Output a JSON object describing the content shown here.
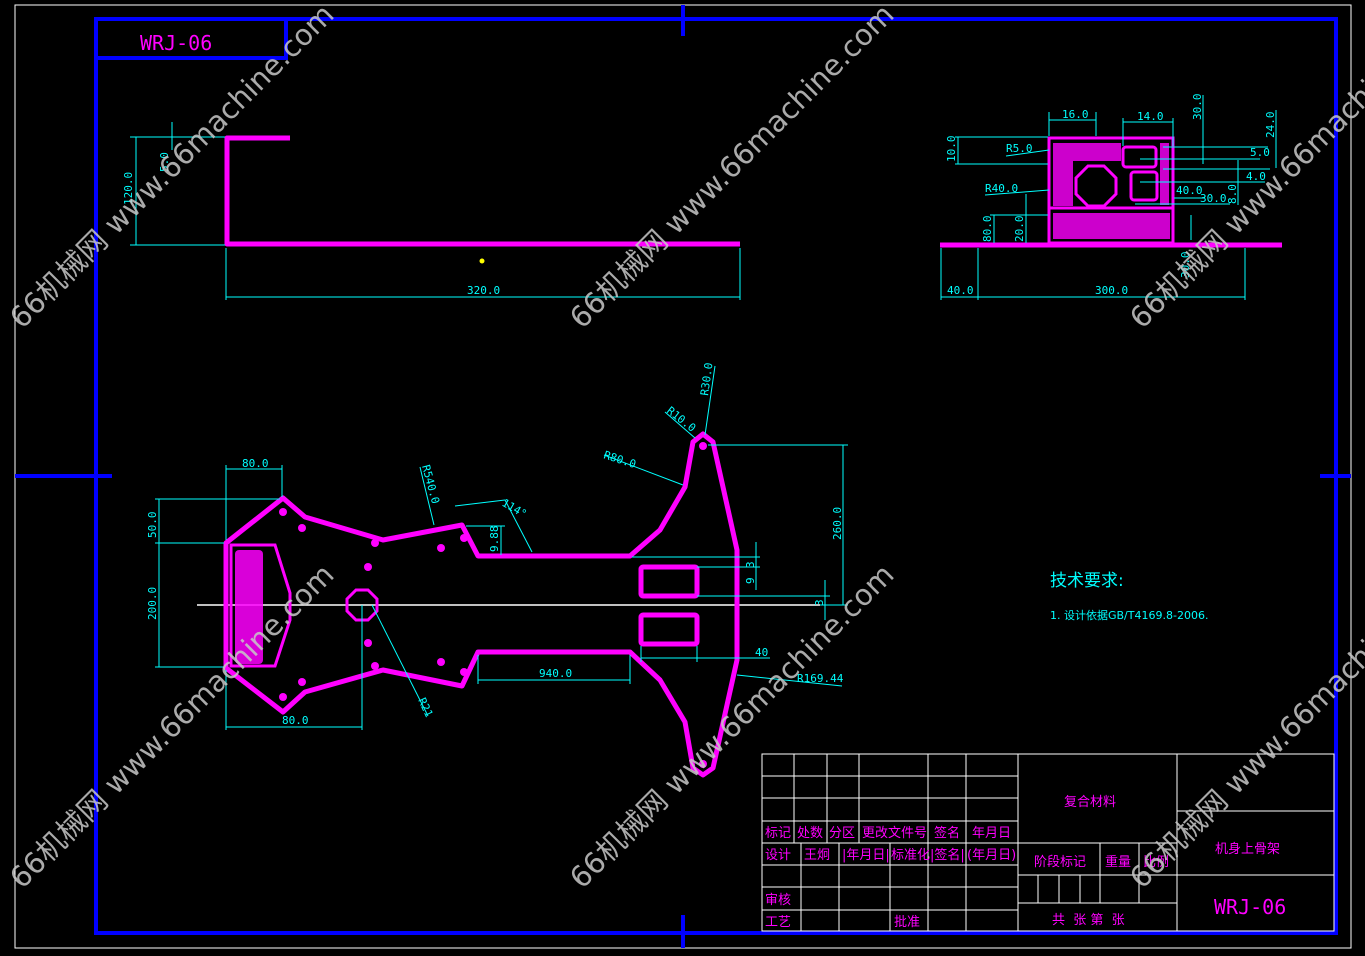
{
  "drawing": {
    "code": "WRJ-06",
    "part_name": "机身上骨架",
    "material": "复合材料",
    "tech_requirements_title": "技术要求:",
    "tech_requirements": [
      "1. 设计依据GB/T4169.8-2006."
    ],
    "watermark": "66机械网 www.66machine.com"
  },
  "title_block": {
    "headers": [
      "标记",
      "处数",
      "分区",
      "更改文件号",
      "签名",
      "年月日"
    ],
    "row_design": [
      "设计",
      "王炯",
      "|年月日|",
      "标准化",
      "|签名|",
      "(年月日)"
    ],
    "review": "审核",
    "process": "工艺",
    "approve": "批准",
    "stage_mark": "阶段标记",
    "weight": "重量",
    "scale": "比例",
    "sheets": "共  张 第  张"
  },
  "dimensions": {
    "side_view": [
      "120.0",
      "5.0",
      "320.0"
    ],
    "end_view": [
      "16.0",
      "14.0",
      "30.0",
      "24.0",
      "10.0",
      "R5.0",
      "5.0",
      "4.0",
      "R40.0",
      "40.0",
      "30.0",
      "8.0",
      "80.0",
      "20.0",
      "40.0",
      "300.0",
      "30.0"
    ],
    "plan_view": [
      "80.0",
      "50.0",
      "200.0",
      "80.0",
      "R540.0",
      "114°",
      "9.88",
      "R80.0",
      "R10.0",
      "R30.0",
      "260.0",
      "3",
      "9",
      "3",
      "40",
      "940.0",
      "R169.44",
      "R21"
    ]
  },
  "colors": {
    "frame": "#0000ff",
    "geometry": "#ff00ff",
    "dimension": "#00ffff",
    "table": "#ffffff"
  }
}
